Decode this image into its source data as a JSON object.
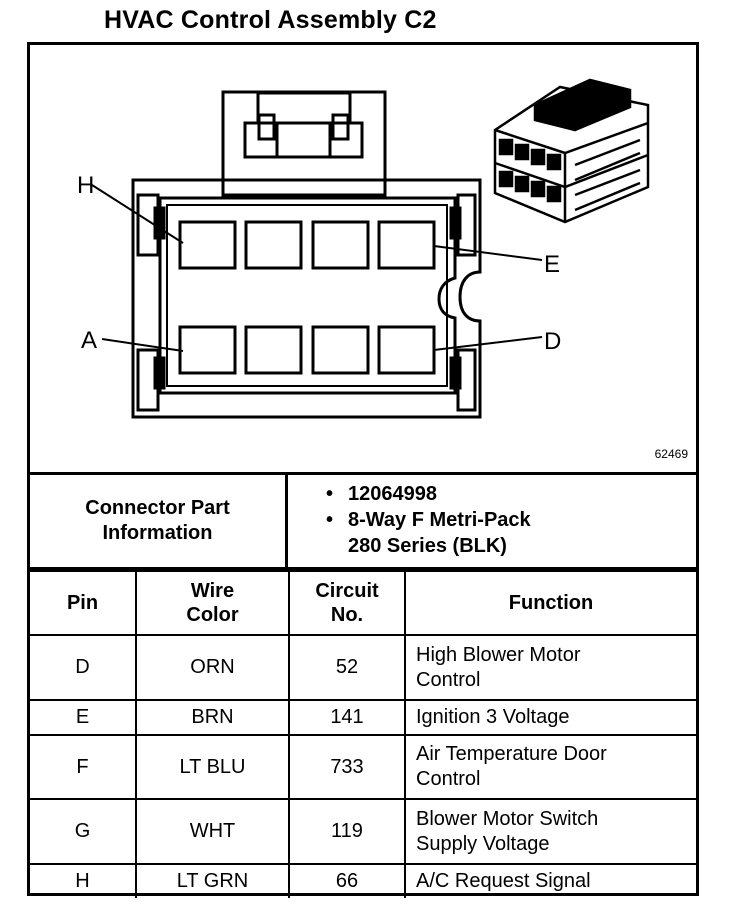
{
  "title": "HVAC Control Assembly C2",
  "figure": {
    "number": "62469",
    "pin_callouts": [
      "H",
      "E",
      "A",
      "D"
    ]
  },
  "connector_info": {
    "label": "Connector Part\nInformation",
    "items": [
      "12064998",
      "8-Way F Metri-Pack\n280 Series (BLK)"
    ]
  },
  "table": {
    "headers": [
      "Pin",
      "Wire\nColor",
      "Circuit\nNo.",
      "Function"
    ],
    "rows": [
      {
        "pin": "D",
        "color": "ORN",
        "circuit": "52",
        "function": "High Blower Motor\nControl"
      },
      {
        "pin": "E",
        "color": "BRN",
        "circuit": "141",
        "function": "Ignition 3 Voltage"
      },
      {
        "pin": "F",
        "color": "LT BLU",
        "circuit": "733",
        "function": "Air Temperature Door\nControl"
      },
      {
        "pin": "G",
        "color": "WHT",
        "circuit": "119",
        "function": "Blower Motor Switch\nSupply Voltage"
      },
      {
        "pin": "H",
        "color": "LT GRN",
        "circuit": "66",
        "function": "A/C Request Signal"
      }
    ]
  }
}
